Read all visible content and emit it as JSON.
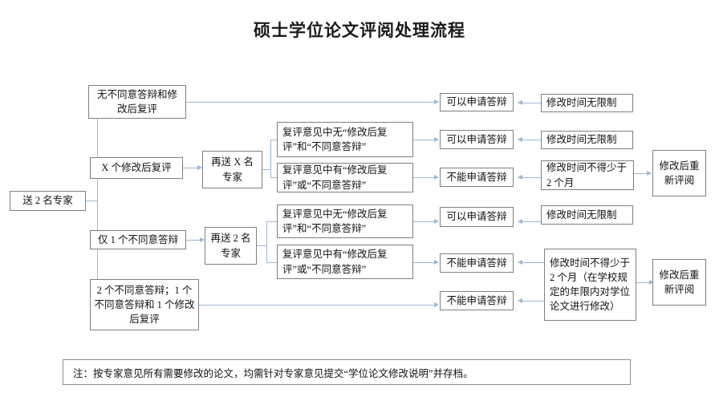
{
  "title": "硕士学位论文评阅处理流程",
  "nodes": {
    "start": "送 2 名专家",
    "branch1": "无不同意答辩和修改后复评",
    "branch2": "X 个修改后复评",
    "branch3": "仅 1 个不同意答辩",
    "branch4": "2 个不同意答辩；1 个不同意答辩和 1 个修改后复评",
    "resend_x": "再送 X 名专家",
    "resend_2": "再送 2 名专家",
    "cond_a": "复评意见中无“修改后复评”和“不同意答辩”",
    "cond_b": "复评意见中有“修改后复评”或“不同意答辩”",
    "cond_c": "复评意见中无“修改后复评”和“不同意答辩”",
    "cond_d": "复评意见中有“修改后复评”或“不同意答辩”",
    "result1": "可以申请答辩",
    "result2": "可以申请答辩",
    "result3": "不能申请答辩",
    "result4": "可以申请答辩",
    "result5": "不能申请答辩",
    "result6": "不能申请答辩",
    "time1": "修改时间无限制",
    "time2": "修改时间无限制",
    "time3": "修改时间不得少于 2 个月",
    "time4": "修改时间无限制",
    "time5": "修改时间不得少于 2 个月（在学校规定的年限内对学位论文进行修改）",
    "review1": "修改后重新评阅",
    "review2": "修改后重新评阅"
  },
  "footer": {
    "note": "注：按专家意见所有需要修改的论文，均需针对专家意见提交“学位论文修改说明”并存档。"
  },
  "colors": {
    "connector": "#9db6d4",
    "box_border": "#808080",
    "text": "#111111",
    "background": "#ffffff"
  }
}
